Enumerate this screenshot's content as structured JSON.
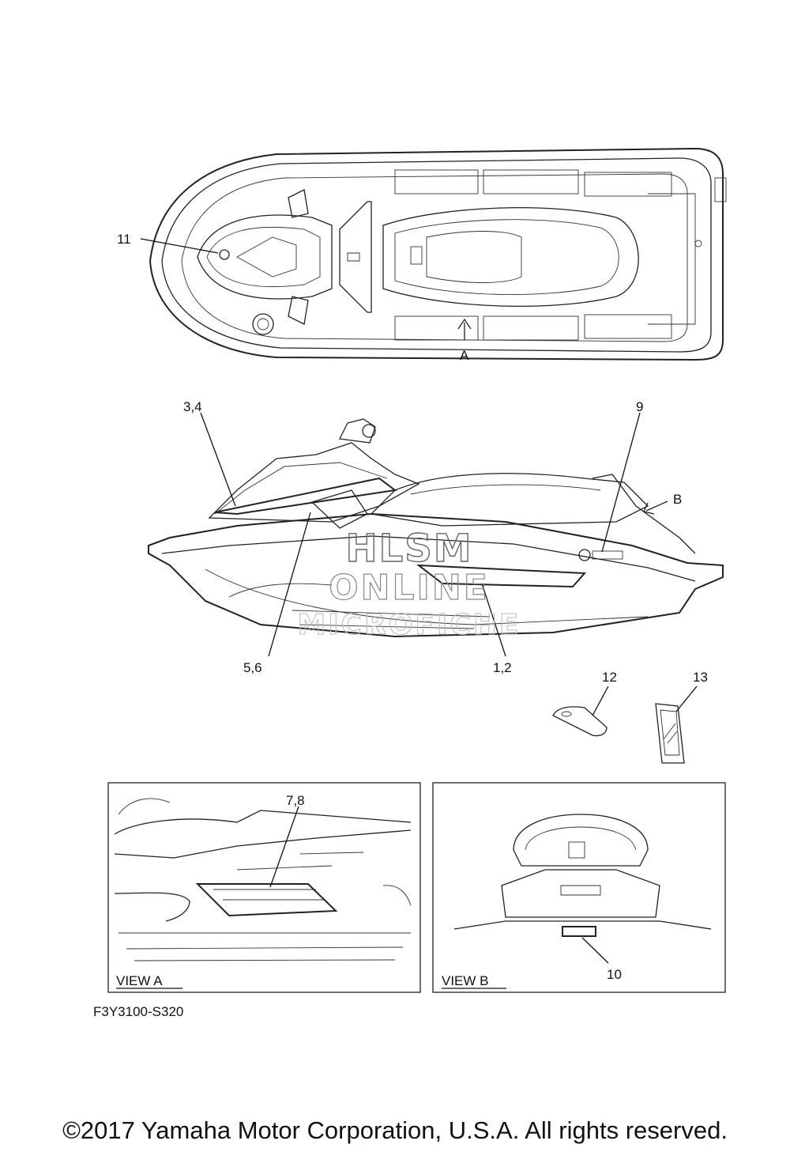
{
  "callouts": {
    "c11": "11",
    "cA": "A",
    "c34": "3,4",
    "c9": "9",
    "cB": "B",
    "c56": "5,6",
    "c12": "1,2",
    "c12b": "12",
    "c13": "13",
    "c78": "7,8",
    "c10": "10"
  },
  "views": {
    "view_a": "VIEW A",
    "view_b": "VIEW B"
  },
  "watermark": {
    "line1": "HLSM",
    "line2": "ONLINE",
    "line3": "MICROFICHE"
  },
  "figure_code": "F3Y3100-S320",
  "copyright": "©2017 Yamaha Motor Corporation, U.S.A. All rights reserved."
}
